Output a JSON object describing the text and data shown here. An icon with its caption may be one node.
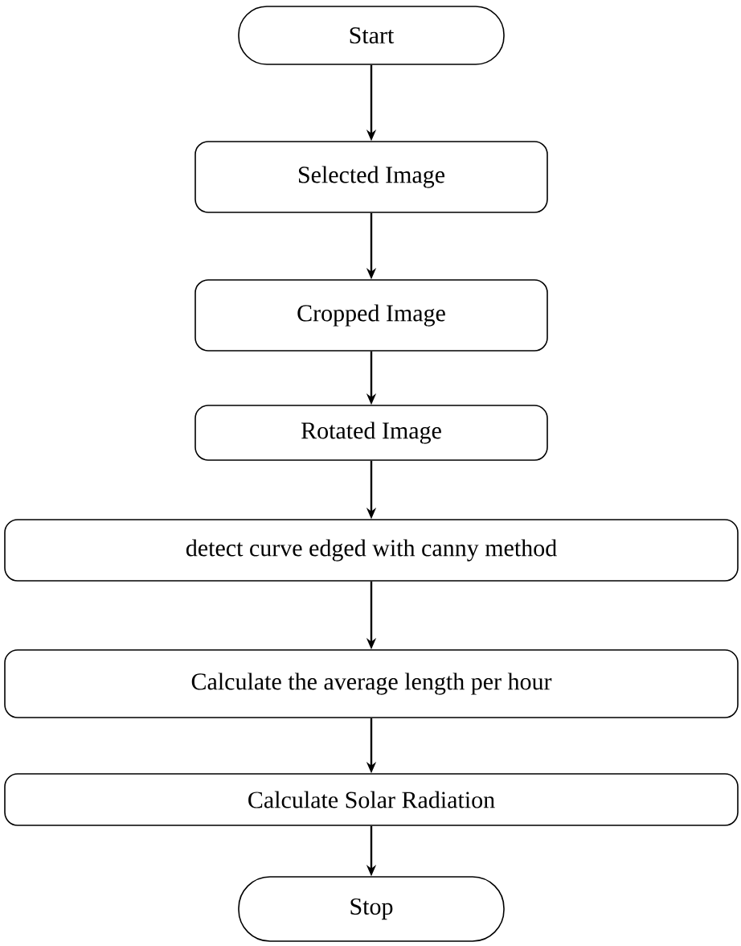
{
  "diagram": {
    "nodes": [
      {
        "text": [
          "Start"
        ]
      },
      {
        "text": [
          "Selected Image"
        ]
      },
      {
        "text": [
          "Cropped Image"
        ]
      },
      {
        "text": [
          "Rotated Image"
        ]
      },
      {
        "text": [
          "detect curve edged with canny method"
        ]
      },
      {
        "text": [
          "Calculate the average length per hour"
        ]
      },
      {
        "text": [
          "Calculate Solar Radiation"
        ]
      },
      {
        "text": [
          "Stop"
        ]
      }
    ],
    "edges": [
      {
        "from": 0,
        "to": 1,
        "arrow": "to"
      },
      {
        "from": 1,
        "to": 2,
        "arrow": "to"
      },
      {
        "from": 2,
        "to": 3,
        "arrow": "to"
      },
      {
        "from": 3,
        "to": 4,
        "arrow": "to"
      },
      {
        "from": 4,
        "to": 5,
        "arrow": "to"
      },
      {
        "from": 5,
        "to": 6,
        "arrow": "to"
      },
      {
        "from": 6,
        "to": 7,
        "arrow": "to"
      }
    ]
  }
}
